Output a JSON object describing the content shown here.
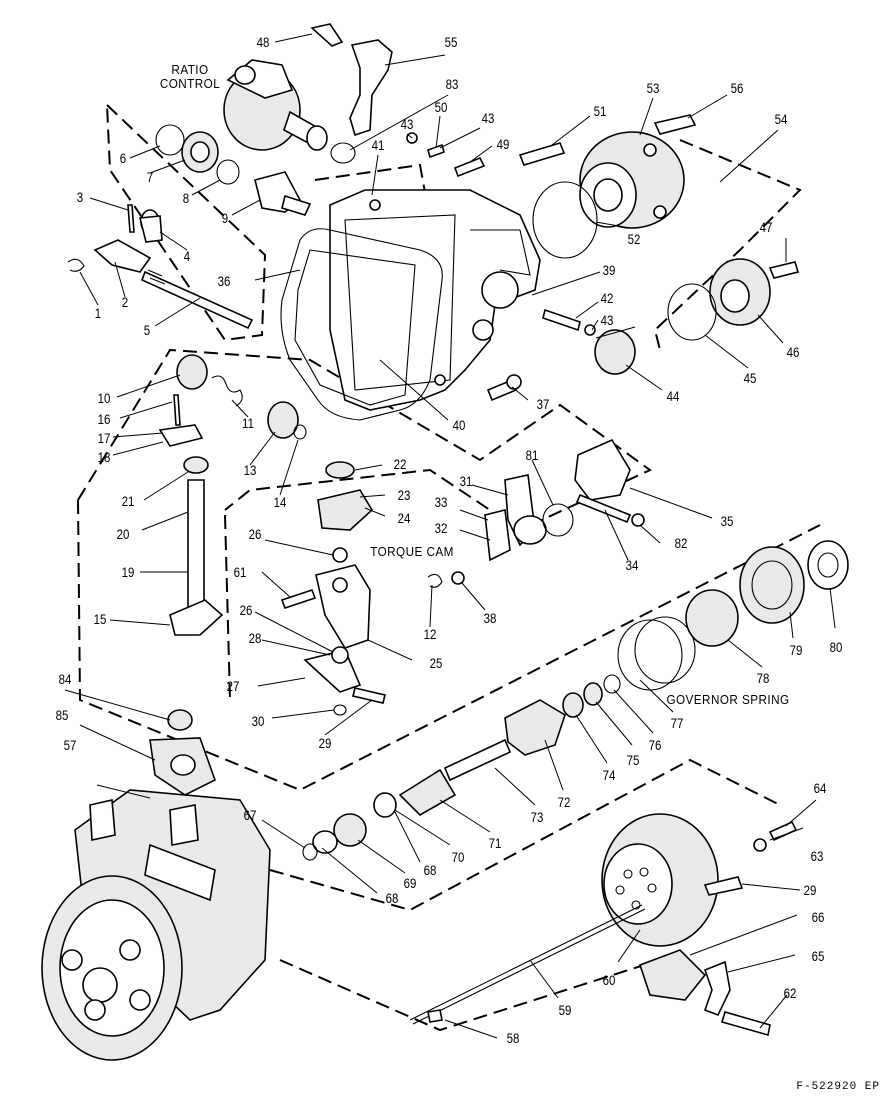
{
  "captions": {
    "ratio_control_line1": "RATIO",
    "ratio_control_line2": "CONTROL",
    "torque_cam": "TORQUE CAM",
    "governor_spring": "GOVERNOR SPRING"
  },
  "figure_code": "F-522920 EP",
  "callout_numbers": [
    "1",
    "2",
    "3",
    "4",
    "5",
    "6",
    "7",
    "8",
    "9",
    "10",
    "11",
    "12",
    "13",
    "14",
    "15",
    "16",
    "17",
    "18",
    "19",
    "20",
    "21",
    "22",
    "23",
    "24",
    "25",
    "26",
    "26",
    "27",
    "28",
    "29",
    "29",
    "30",
    "31",
    "32",
    "33",
    "34",
    "35",
    "36",
    "37",
    "38",
    "39",
    "40",
    "41",
    "42",
    "43",
    "43",
    "43",
    "44",
    "45",
    "46",
    "47",
    "48",
    "49",
    "50",
    "51",
    "52",
    "53",
    "54",
    "55",
    "56",
    "57",
    "58",
    "59",
    "60",
    "61",
    "62",
    "63",
    "64",
    "65",
    "66",
    "67",
    "68",
    "68",
    "69",
    "70",
    "71",
    "72",
    "73",
    "74",
    "75",
    "76",
    "77",
    "78",
    "79",
    "80",
    "81",
    "82",
    "83",
    "84",
    "85"
  ]
}
